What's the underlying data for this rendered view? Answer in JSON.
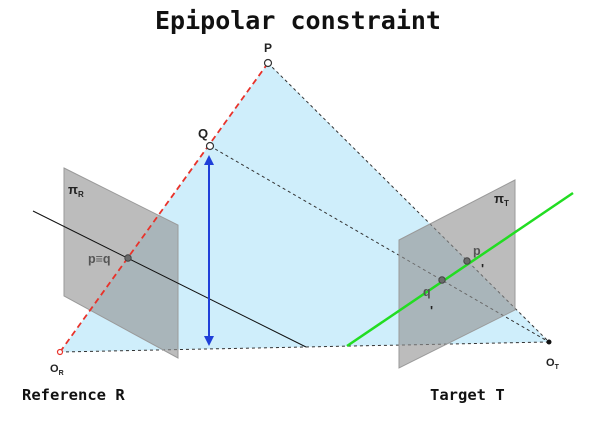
{
  "title": "Epipolar constraint",
  "captions": {
    "reference": "Reference R",
    "target": "Target T"
  },
  "points": {
    "P": "P",
    "Q": "Q",
    "p_eq_q": "p≡q",
    "p_prime": "p",
    "q_prime": "q",
    "prime_mark": "'",
    "O_R": {
      "base": "O",
      "sub": "R"
    },
    "O_T": {
      "base": "O",
      "sub": "T"
    }
  },
  "planes": {
    "pi_R": {
      "base": "π",
      "sub": "R"
    },
    "pi_T": {
      "base": "π",
      "sub": "T"
    }
  },
  "colors": {
    "triangle_fill": "#cfeefb",
    "plane_fill": "#8f8f8f",
    "reference_ray": "#e8322a",
    "epipolar_line": "#22dd22",
    "depth_arrow": "#1f3fd9",
    "dashed_lines": "#333333"
  }
}
